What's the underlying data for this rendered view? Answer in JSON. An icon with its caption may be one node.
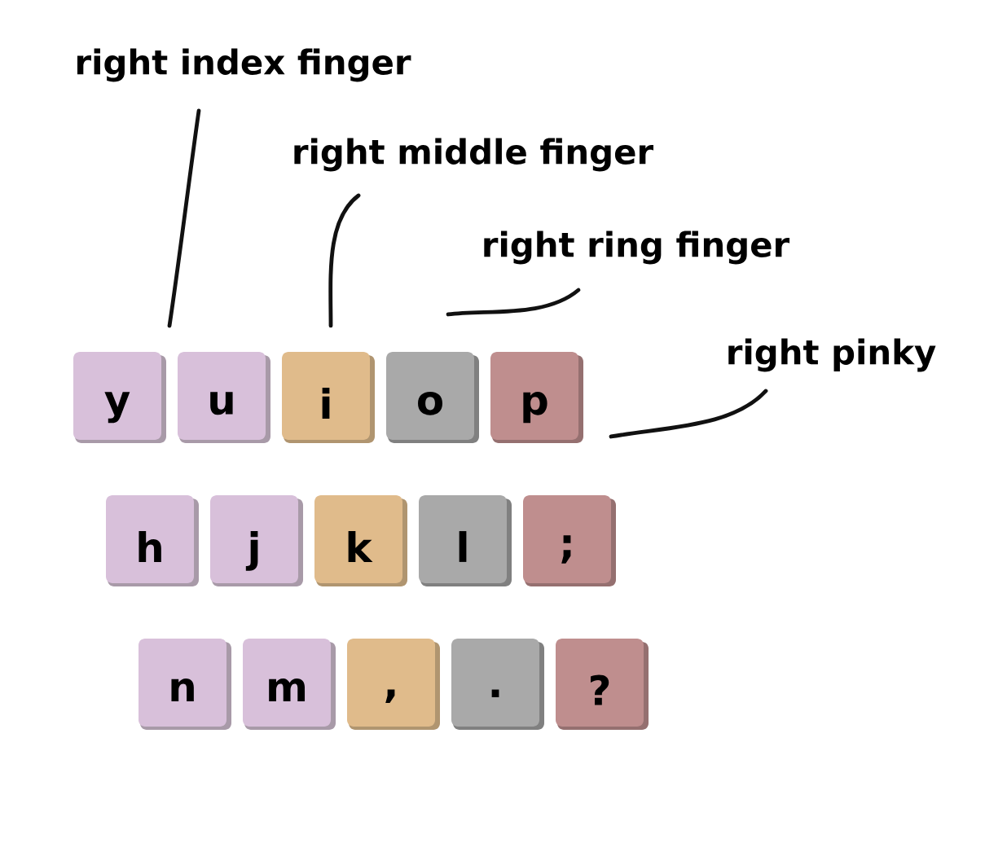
{
  "diagram": {
    "nodes": [
      {
        "text": [
          "right index finger"
        ]
      },
      {
        "text": [
          "right middle finger"
        ]
      },
      {
        "text": [
          "right ring finger"
        ]
      },
      {
        "text": [
          "right pinky"
        ]
      },
      {
        "text": [
          "y"
        ]
      },
      {
        "text": [
          "u"
        ]
      },
      {
        "text": [
          "i"
        ]
      },
      {
        "text": [
          "o"
        ]
      },
      {
        "text": [
          "p"
        ]
      },
      {
        "text": [
          "h"
        ]
      },
      {
        "text": [
          "j"
        ]
      },
      {
        "text": [
          "k"
        ]
      },
      {
        "text": [
          "l"
        ]
      },
      {
        "text": [
          ";"
        ]
      },
      {
        "text": [
          "n"
        ]
      },
      {
        "text": [
          "m"
        ]
      },
      {
        "text": [
          ","
        ]
      },
      {
        "text": [
          "."
        ]
      },
      {
        "text": [
          "?"
        ]
      }
    ],
    "edges": [
      {
        "from": 0,
        "to": 4,
        "arrow": "none"
      },
      {
        "from": 1,
        "to": 6,
        "arrow": "none"
      },
      {
        "from": 2,
        "to": 7,
        "arrow": "none"
      },
      {
        "from": 3,
        "to": 8,
        "arrow": "none"
      }
    ]
  }
}
